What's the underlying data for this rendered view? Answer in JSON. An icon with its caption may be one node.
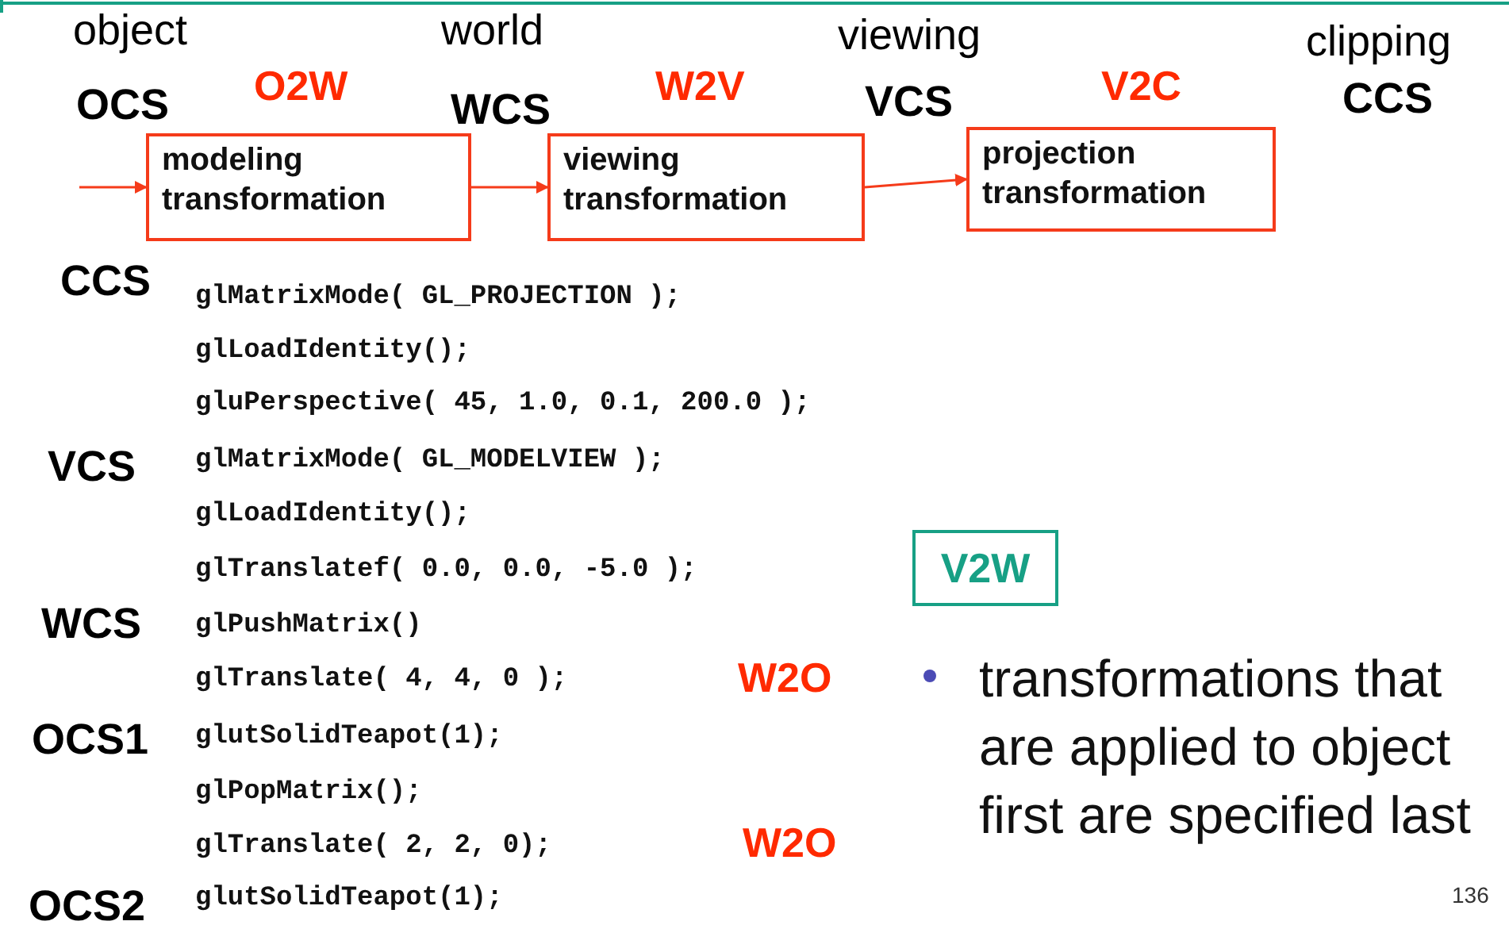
{
  "diagram": {
    "nodes": [
      {
        "text": [
          "modeling transformation"
        ]
      },
      {
        "text": [
          "viewing transformation"
        ]
      },
      {
        "text": [
          "projection transformation"
        ]
      },
      {
        "text": [
          "V2W"
        ]
      }
    ],
    "edges": [
      {
        "from": null,
        "to": 0,
        "arrow": "to"
      },
      {
        "from": 0,
        "to": 1,
        "arrow": "to"
      },
      {
        "from": 1,
        "to": 2,
        "arrow": "to"
      }
    ],
    "labels": [
      "object",
      "world",
      "viewing",
      "clipping",
      "OCS",
      "O2W",
      "WCS",
      "W2V",
      "VCS",
      "V2C",
      "CCS",
      "CCS",
      "glMatrixMode( GL_PROJECTION );",
      "glLoadIdentity();",
      "gluPerspective( 45, 1.0, 0.1, 200.0 );",
      "VCS",
      "glMatrixMode( GL_MODELVIEW );",
      "glLoadIdentity();",
      "glTranslatef( 0.0, 0.0, -5.0 );",
      "WCS",
      "glPushMatrix()",
      "glTranslate( 4, 4, 0 );",
      "W2O",
      "transformations that are applied to object first are specified last",
      "OCS1",
      "glutSolidTeapot(1);",
      "glPopMatrix();",
      "glTranslate( 2, 2, 0);",
      "W2O",
      "OCS2",
      "glutSolidTeapot(1);",
      "136"
    ]
  }
}
